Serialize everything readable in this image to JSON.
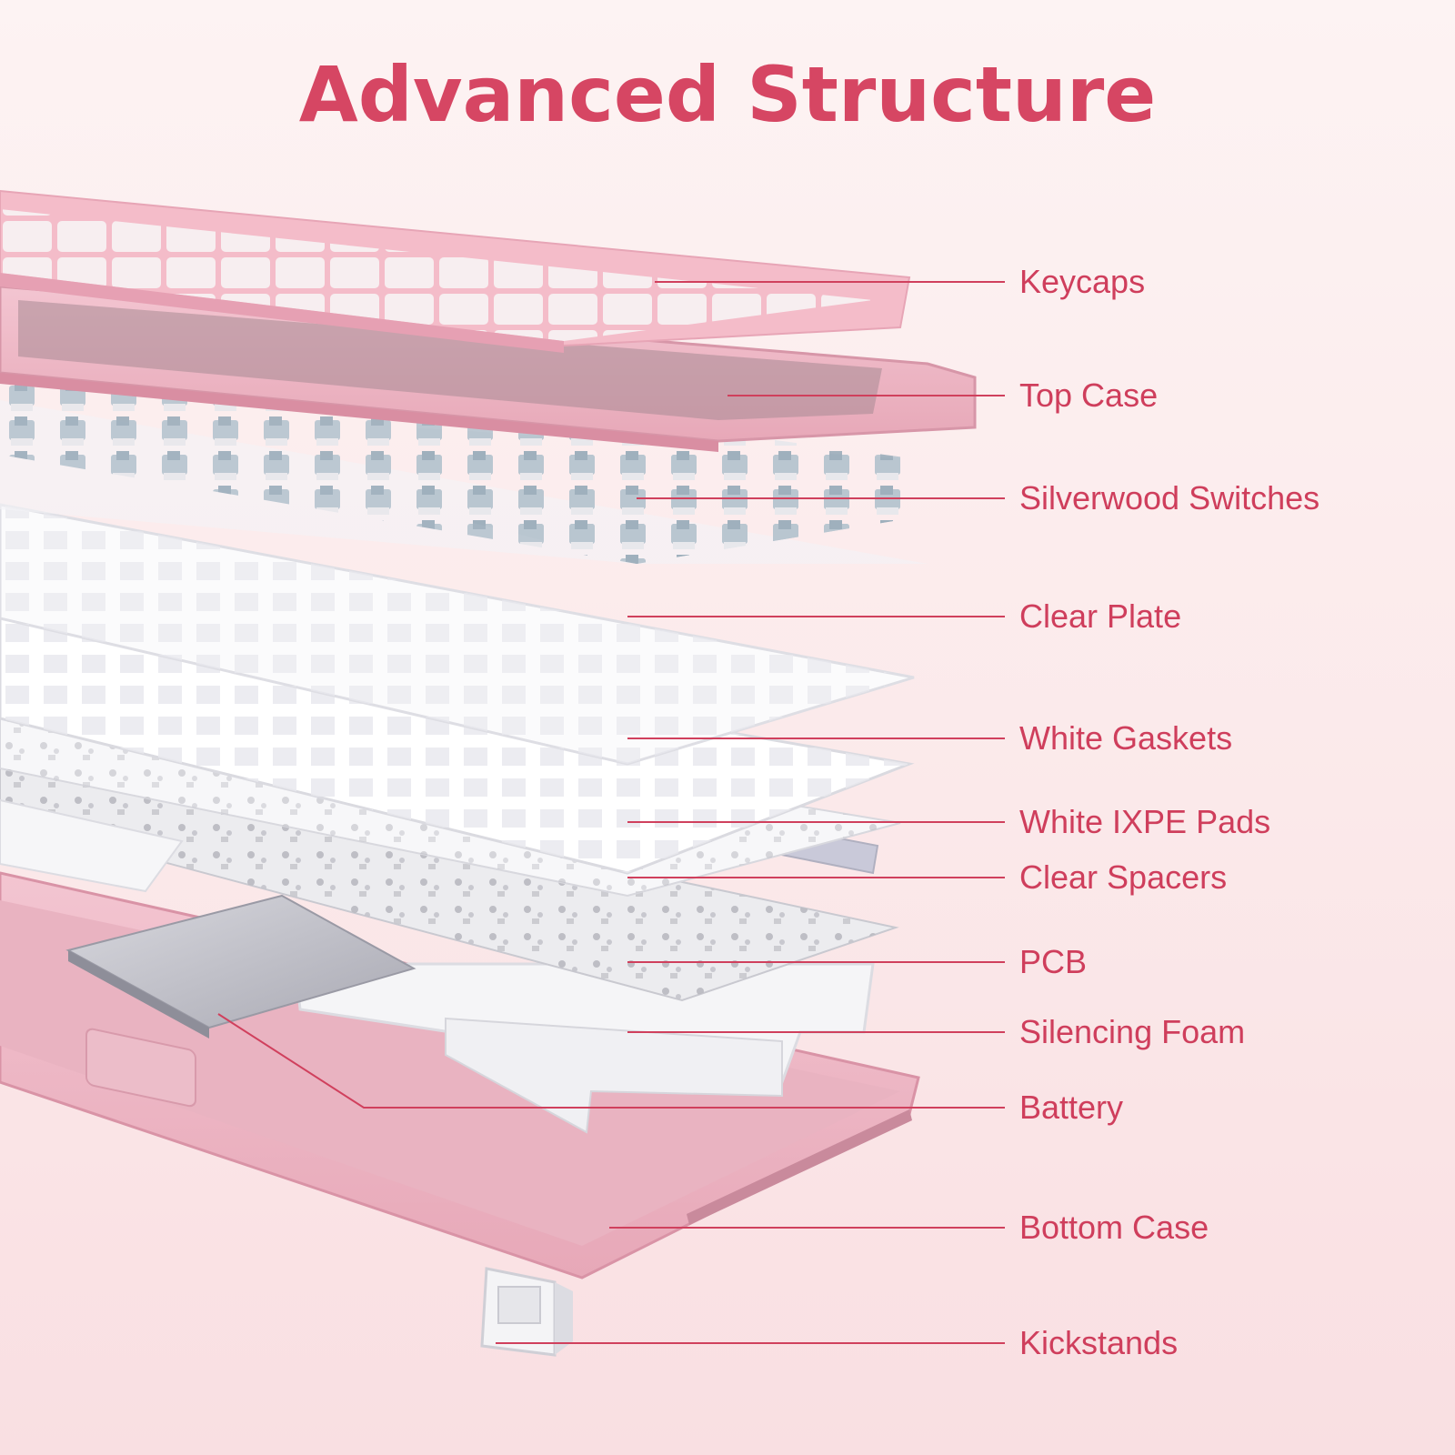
{
  "title": "Advanced Structure",
  "accent_color": "#d64663",
  "layers": [
    {
      "id": "keycaps",
      "label": "Keycaps"
    },
    {
      "id": "top-case",
      "label": "Top Case"
    },
    {
      "id": "switches",
      "label": "Silverwood Switches"
    },
    {
      "id": "clear-plate",
      "label": "Clear Plate"
    },
    {
      "id": "gaskets",
      "label": "White Gaskets"
    },
    {
      "id": "ixpe",
      "label": "White IXPE Pads"
    },
    {
      "id": "spacers",
      "label": "Clear Spacers"
    },
    {
      "id": "pcb",
      "label": "PCB"
    },
    {
      "id": "foam",
      "label": "Silencing Foam"
    },
    {
      "id": "battery",
      "label": "Battery"
    },
    {
      "id": "bottom-case",
      "label": "Bottom Case"
    },
    {
      "id": "kickstands",
      "label": "Kickstands"
    }
  ]
}
